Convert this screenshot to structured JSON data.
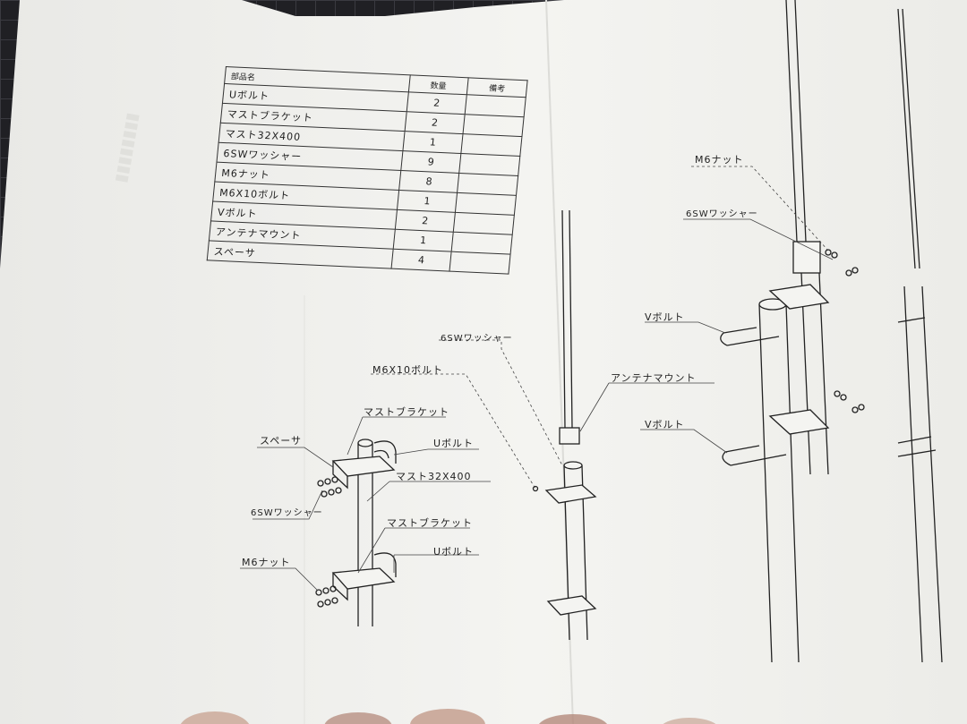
{
  "parts_table": {
    "headers": [
      "部品名",
      "数量",
      "備考"
    ],
    "rows": [
      {
        "name": "Uボルト",
        "qty": "2"
      },
      {
        "name": "マストブラケット",
        "qty": "2"
      },
      {
        "name": "マスト32X400",
        "qty": "1"
      },
      {
        "name": "6SWワッシャー",
        "qty": "9"
      },
      {
        "name": "M6ナット",
        "qty": "8"
      },
      {
        "name": "M6X10ボルト",
        "qty": "1"
      },
      {
        "name": "Vボルト",
        "qty": "2"
      },
      {
        "name": "アンテナマウント",
        "qty": "1"
      },
      {
        "name": "スペーサ",
        "qty": "4"
      }
    ]
  },
  "labels": {
    "spacer": "スペーサ",
    "mast_bracket_1": "マストブラケット",
    "u_bolt_1": "Uボルト",
    "washer_1": "6SWワッシャー",
    "mast": "マスト32X400",
    "mast_bracket_2": "マストブラケット",
    "u_bolt_2": "Uボルト",
    "m6_nut_1": "M6ナット",
    "washer_2": "6SWワッシャー",
    "m6x10_bolt": "M6X10ボルト",
    "antenna_mount": "アンテナマウント",
    "m6_nut_2": "M6ナット",
    "washer_3": "6SWワッシャー",
    "v_bolt_1": "Vボルト",
    "v_bolt_2": "Vボルト"
  },
  "colors": {
    "paper": "#f1f1ee",
    "ink": "#222222",
    "mat": "#202024"
  }
}
